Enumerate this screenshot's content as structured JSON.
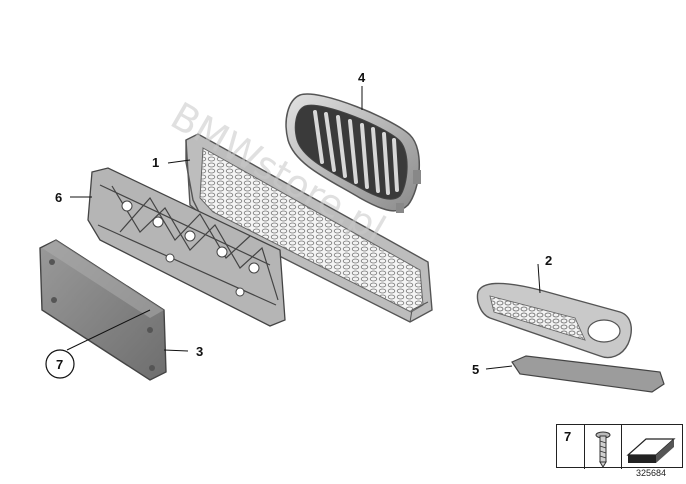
{
  "watermark": "BMWstore.pl",
  "callouts": [
    {
      "id": "1",
      "label": "1"
    },
    {
      "id": "2",
      "label": "2"
    },
    {
      "id": "3",
      "label": "3"
    },
    {
      "id": "4",
      "label": "4"
    },
    {
      "id": "5",
      "label": "5"
    },
    {
      "id": "6",
      "label": "6"
    },
    {
      "id": "7",
      "label": "7"
    }
  ],
  "legend": {
    "number": "7"
  },
  "reference_number": "325684"
}
